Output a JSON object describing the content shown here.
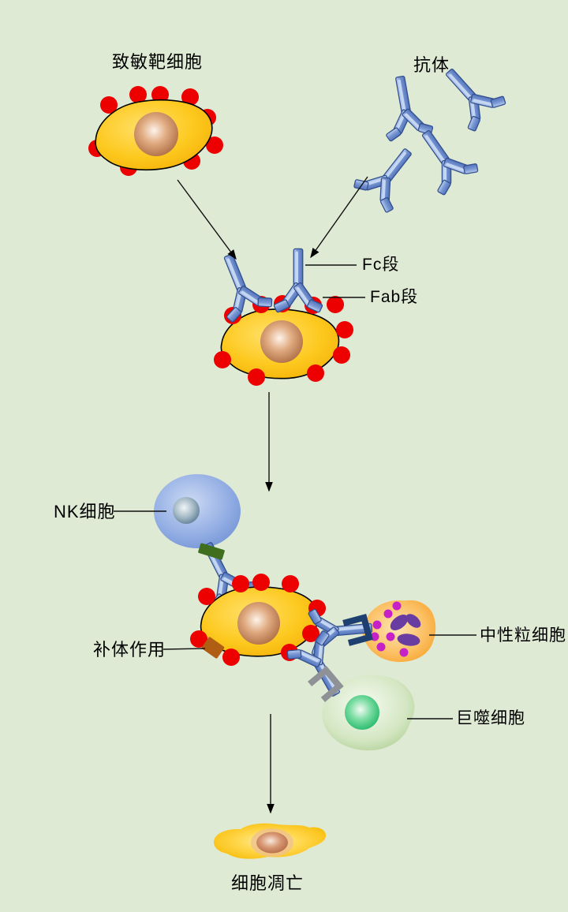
{
  "labels": {
    "target_cell": "致敏靶细胞",
    "antibody": "抗体",
    "fc": "Fc段",
    "fab": "Fab段",
    "nk": "NK细胞",
    "complement": "补体作用",
    "neutrophil": "中性粒细胞",
    "macrophage": "巨噬细胞",
    "apoptosis": "细胞凋亡"
  },
  "colors": {
    "background": "#dfead4",
    "target_cell": "#fdc91f",
    "target_cell_nucleus": "#a96840",
    "antigen_dot": "#ec0000",
    "antibody_blue": "#5374bc",
    "nk_cell": "#8aa6e0",
    "nk_nucleus": "#54748e",
    "nk_receptor_green": "#3e6e1e",
    "complement_receptor_brown": "#b05e14",
    "neutrophil_body": "#f9a93c",
    "neutrophil_granule": "#c621c6",
    "neutrophil_nucleus": "#683ca0",
    "neutrophil_fc_receptor": "#1e4070",
    "macrophage_body": "#cde2ba",
    "macrophage_nucleus": "#14b260",
    "macrophage_fc_receptor": "#8e9296",
    "apoptotic_cell": "#fcc117"
  },
  "diagram": {
    "type": "process-flow",
    "entities": [
      "致敏靶细胞",
      "抗体",
      "NK细胞",
      "中性粒细胞",
      "巨噬细胞"
    ],
    "antibody_parts": [
      "Fc段",
      "Fab段"
    ],
    "annotations": [
      "补体作用"
    ],
    "outcome": "细胞凋亡",
    "flow": [
      {
        "from": "致敏靶细胞",
        "to": "抗体包被的靶细胞"
      },
      {
        "from": "抗体",
        "to": "抗体包被的靶细胞"
      },
      {
        "from": "抗体包被的靶细胞",
        "to": "NK细胞/中性粒细胞/巨噬细胞结合复合物"
      },
      {
        "from": "NK细胞/中性粒细胞/巨噬细胞结合复合物",
        "to": "细胞凋亡"
      }
    ]
  }
}
